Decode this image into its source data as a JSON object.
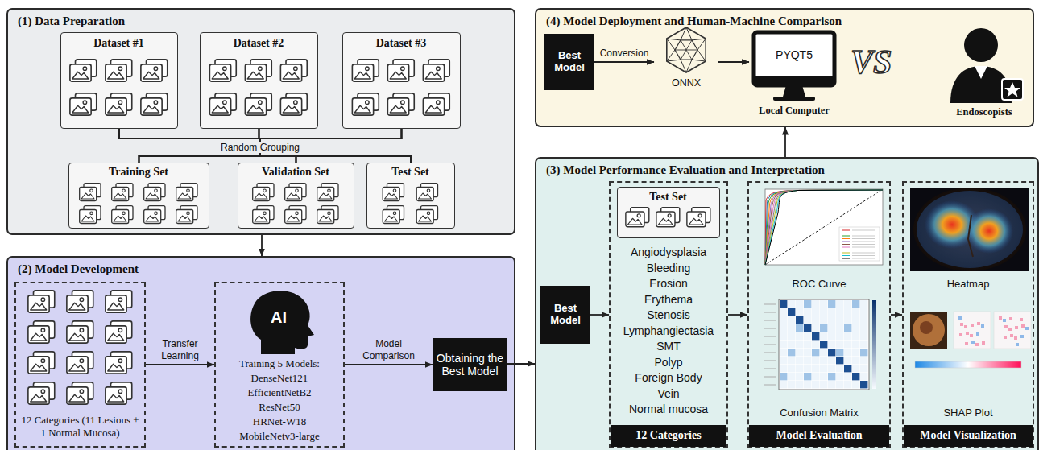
{
  "diagram": {
    "nodes": [
      {
        "text": [
          "(1) Data Preparation"
        ]
      },
      {
        "text": [
          "Dataset #1"
        ],
        "in": 0
      },
      {
        "text": [
          "Dataset #2"
        ],
        "in": 0
      },
      {
        "text": [
          "Dataset #3"
        ],
        "in": 0
      },
      {
        "text": [
          "Training Set"
        ],
        "in": 0
      },
      {
        "text": [
          "Validation Set"
        ],
        "in": 0
      },
      {
        "text": [
          "Test Set"
        ],
        "in": 0
      },
      {
        "text": [
          "(2) Model Development"
        ]
      },
      {
        "text": [
          "12 Categories (11 Lesions + 1 Normal Mucosa)"
        ],
        "in": 7
      },
      {
        "text": [
          "AI",
          "Training 5 Models:",
          "DenseNet121",
          "EfficientNetB2",
          "ResNet50",
          "HRNet-W18",
          "MobileNetv3-large"
        ],
        "in": 7
      },
      {
        "text": [
          "Obtaining the Best Model"
        ],
        "in": 7
      },
      {
        "text": [
          "(4) Model Deployment and Human-Machine Comparison"
        ]
      },
      {
        "text": [
          "Best Model"
        ],
        "in": 11
      },
      {
        "text": [
          "ONNX"
        ],
        "in": 11
      },
      {
        "text": [
          "PYQT5",
          "Local Computer"
        ],
        "in": 11
      },
      {
        "text": [
          "Endoscopists"
        ],
        "in": 11
      },
      {
        "text": [
          "(3) Model Performance Evaluation and Interpretation"
        ]
      },
      {
        "text": [
          "Best Model"
        ],
        "in": 16
      },
      {
        "text": [
          "Angiodysplasia",
          "Bleeding",
          "Erosion",
          "Erythema",
          "Stenosis",
          "Lymphangiectasia",
          "SMT",
          "Polyp",
          "Foreign Body",
          "Vein",
          "Normal mucosa"
        ],
        "in": 16
      },
      {
        "text": [
          "Test Set"
        ],
        "in": 18
      },
      {
        "text": [
          "12 Categories"
        ],
        "in": 18
      },
      {
        "text": [
          "ROC Curve",
          "Confusion Matrix"
        ],
        "in": 16
      },
      {
        "text": [
          "Model Evaluation"
        ],
        "in": 21
      },
      {
        "text": [
          "Heatmap",
          "SHAP Plot"
        ],
        "in": 16
      },
      {
        "text": [
          "Model Visualization"
        ],
        "in": 23
      }
    ],
    "edges": [
      {
        "from": 1,
        "to": 4,
        "arrow": "none",
        "label": "Random Grouping"
      },
      {
        "from": 1,
        "to": 5,
        "arrow": "none"
      },
      {
        "from": 1,
        "to": 6,
        "arrow": "none"
      },
      {
        "from": 2,
        "to": 4,
        "arrow": "none"
      },
      {
        "from": 2,
        "to": 5,
        "arrow": "none"
      },
      {
        "from": 2,
        "to": 6,
        "arrow": "none"
      },
      {
        "from": 3,
        "to": 4,
        "arrow": "none"
      },
      {
        "from": 3,
        "to": 5,
        "arrow": "none"
      },
      {
        "from": 3,
        "to": 6,
        "arrow": "none"
      },
      {
        "from": 0,
        "to": 7,
        "arrow": "to"
      },
      {
        "from": 8,
        "to": 9,
        "arrow": "to",
        "label": "Transfer Learning"
      },
      {
        "from": 9,
        "to": 10,
        "arrow": "to",
        "label": "Model Comparison"
      },
      {
        "from": 10,
        "to": 16,
        "arrow": "to"
      },
      {
        "from": 12,
        "to": 13,
        "arrow": "to",
        "label": "Conversion"
      },
      {
        "from": 13,
        "to": 14,
        "arrow": "to"
      },
      {
        "from": 16,
        "to": 11,
        "arrow": "to"
      },
      {
        "from": 17,
        "to": 18,
        "arrow": "to"
      },
      {
        "from": 18,
        "to": 21,
        "arrow": "to"
      },
      {
        "from": 21,
        "to": 23,
        "arrow": "to"
      }
    ],
    "labels": [
      "VS"
    ]
  }
}
